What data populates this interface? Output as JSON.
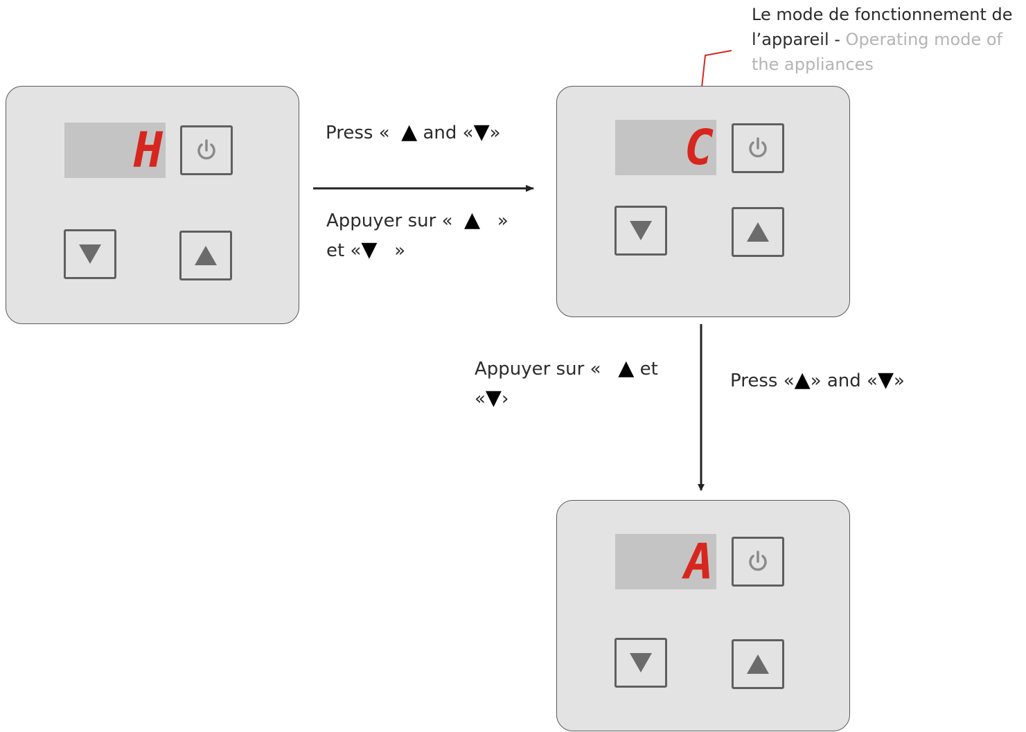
{
  "annotation": {
    "line1": "Le mode de fonctionnement de",
    "line2_fr": "l’appareil - ",
    "line2_en": "Operating mode of",
    "line3_en": "the appliances"
  },
  "transition1": {
    "en_press": "Press «",
    "en_and": "and «",
    "en_close": "»",
    "fr_line1_a": "Appuyer sur «",
    "fr_line1_b": "»",
    "fr_line2_a": "et «",
    "fr_line2_b": "»"
  },
  "transition2": {
    "fr_line1_a": "Appuyer sur «",
    "fr_line1_b": "et",
    "fr_line2_a": "«",
    "fr_line2_b": "›",
    "en_press": "Press «",
    "en_and": "»  and «",
    "en_close": "»"
  },
  "panels": [
    {
      "mode": "H"
    },
    {
      "mode": "C"
    },
    {
      "mode": "A"
    }
  ],
  "icons": {
    "up": "triangle-up",
    "down": "triangle-down",
    "power": "power-symbol"
  },
  "colors": {
    "display_digit": "#d7261e",
    "annotation_secondary": "#b4b4b4",
    "pointer_arrow": "#d7261e"
  }
}
